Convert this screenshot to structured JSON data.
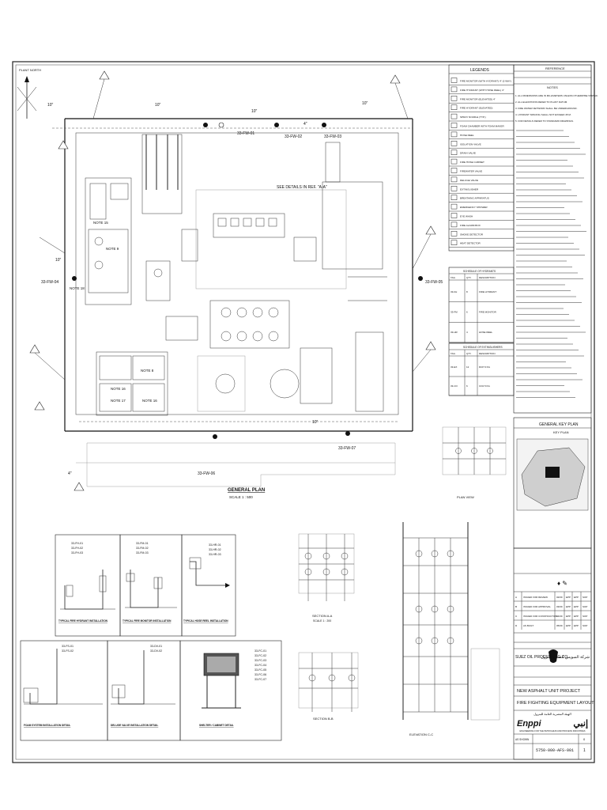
{
  "drawing": {
    "plan_title": "GENERAL PLAN",
    "plan_scale": "SCALE 1 : 500",
    "see_details": "SEE DETAILS IN REF. \"A-A\"",
    "north_label": "PLANT NORTH",
    "key_plan_title": "GENERAL KEY PLAN",
    "key_plan_note": "KEY PLAN",
    "notes": [
      "NOTE 15",
      "NOTE 9",
      "NOTE 18",
      "NOTE 8",
      "NOTE 16",
      "NOTE 17",
      "NOTE 16"
    ],
    "pipe_size": "10\"",
    "pipe_size_small": "4\"",
    "tags": [
      "33-FW-01",
      "33-FW-02",
      "33-FW-03",
      "33-FW-04",
      "33-FW-05",
      "33-FW-06",
      "33-FW-07"
    ]
  },
  "legend": {
    "title": "LEGENDS",
    "items": [
      "FIRE MONITOR (WITH HYDRANT) 4\" (3 WAY)",
      "FIRE HYDRANT (WITH HOSE REEL) 4\"",
      "FIRE MONITOR (ELEVATED) 4\"",
      "FIRE HYDRANT (ELEVATED)",
      "SPRAY NOZZLE (TYP.)",
      "FOAM CHAMBER WITH FOAM MAKER",
      "HOSE REEL",
      "ISOLATION VALVE",
      "DRAIN VALVE",
      "FIRE HOSE CABINET",
      "FIREWATER VALVE",
      "DELUGE VALVE",
      "EXTINGUISHER",
      "BREATHING APPARATUS",
      "EMERGENCY SHOWER",
      "EYE WASH",
      "FIRE ALARM BOX",
      "SMOKE DETECTOR",
      "HEAT DETECTOR"
    ]
  },
  "notes_block": {
    "header": "REFERENCE",
    "sub": "NOTES",
    "lines": [
      "1. ALL DIMENSIONS ARE IN MILLIMETERS UNLESS OTHERWISE STATED.",
      "2. ALL ELEVATIONS REFER TO PLANT DATUM.",
      "3. FIRE WATER NETWORK SHALL BE UNDERGROUND.",
      "4. HYDRANT SPACING SHALL NOT EXCEED 45 M.",
      "5. FOR DETAILS REFER TO STANDARD DRAWINGS."
    ]
  },
  "small_tables": [
    {
      "title": "SCHEDULE OF HYDRANTS",
      "headers": [
        "TAG",
        "QTY",
        "DESCRIPTION"
      ],
      "rows": [
        [
          "33-FH",
          "8",
          "FIRE HYDRANT"
        ],
        [
          "33-FM",
          "6",
          "FIRE MONITOR"
        ],
        [
          "33-HR",
          "4",
          "HOSE REEL"
        ]
      ]
    },
    {
      "title": "SCHEDULE OF EXTINGUISHERS",
      "headers": [
        "TAG",
        "QTY",
        "DESCRIPTION"
      ],
      "rows": [
        [
          "33-EX",
          "12",
          "DCP 9 KG"
        ],
        [
          "33-CO",
          "6",
          "CO2 5 KG"
        ]
      ]
    }
  ],
  "details": [
    {
      "title": "TYPICAL FIRE HYDRANT INSTALLATION",
      "tags": [
        "33-FH-01",
        "33-FH-02",
        "33-FH-03"
      ]
    },
    {
      "title": "TYPICAL FIRE MONITOR INSTALLATION",
      "tags": [
        "33-FM-01",
        "33-FM-02",
        "33-FM-03"
      ]
    },
    {
      "title": "TYPICAL HOSE REEL INSTALLATION",
      "tags": [
        "33-HR-01",
        "33-HR-02",
        "33-HR-03"
      ]
    },
    {
      "title": "FOAM SYSTEM INSTALLATION DETAIL",
      "tags": [
        "33-FS-01",
        "33-FS-02"
      ]
    },
    {
      "title": "DELUGE VALVE INSTALLATION DETAIL",
      "tags": [
        "33-DV-01",
        "33-DV-02"
      ]
    },
    {
      "title": "SHELTER / CABINET DETAIL",
      "tags": [
        "33-FC-01",
        "33-FC-02",
        "33-FC-03",
        "33-FC-04",
        "33-FC-05",
        "33-FC-06",
        "33-FC-07"
      ]
    }
  ],
  "section_views": {
    "plan_a": "SECTION A-A",
    "plan_b": "SECTION B-B",
    "elev": "ELEVATION C-C",
    "plan_c": "PLAN VIEW",
    "scale": "SCALE 1 : 200"
  },
  "title_block": {
    "revision_rows": [
      [
        "A",
        "ISSUED FOR REVIEW",
        "02/09",
        "EPP",
        "EPP",
        "SOP"
      ],
      [
        "B",
        "ISSUED FOR APPROVAL",
        "03/09",
        "EPP",
        "EPP",
        "SOP"
      ],
      [
        "C",
        "ISSUED FOR CONSTRUCTION",
        "04/09",
        "EPP",
        "EPP",
        "SOP"
      ],
      [
        "D",
        "AS BUILT",
        "05/09",
        "EPP",
        "EPP",
        "SOP"
      ]
    ],
    "client_en": "SUEZ OIL PROCESSING CO.",
    "client_ar": "شركة السويس لتصنيع البترول",
    "project": "NEW ASPHALT UNIT PROJECT",
    "drawing_title": "FIRE FIGHTING EQUIPMENT LAYOUT",
    "contractor_ar": "الهيئة المصرية العامة للبترول",
    "contractor_logo": "Enppi",
    "contractor_logo_ar": "إنبي",
    "contractor_full": "ENGINEERING FOR THE PETROLEUM AND PROCESS INDUSTRIES",
    "drawing_no": "5750-000-AFS-001",
    "sheet": "1",
    "scale_label": "AS SHOWN",
    "rev": "0"
  }
}
